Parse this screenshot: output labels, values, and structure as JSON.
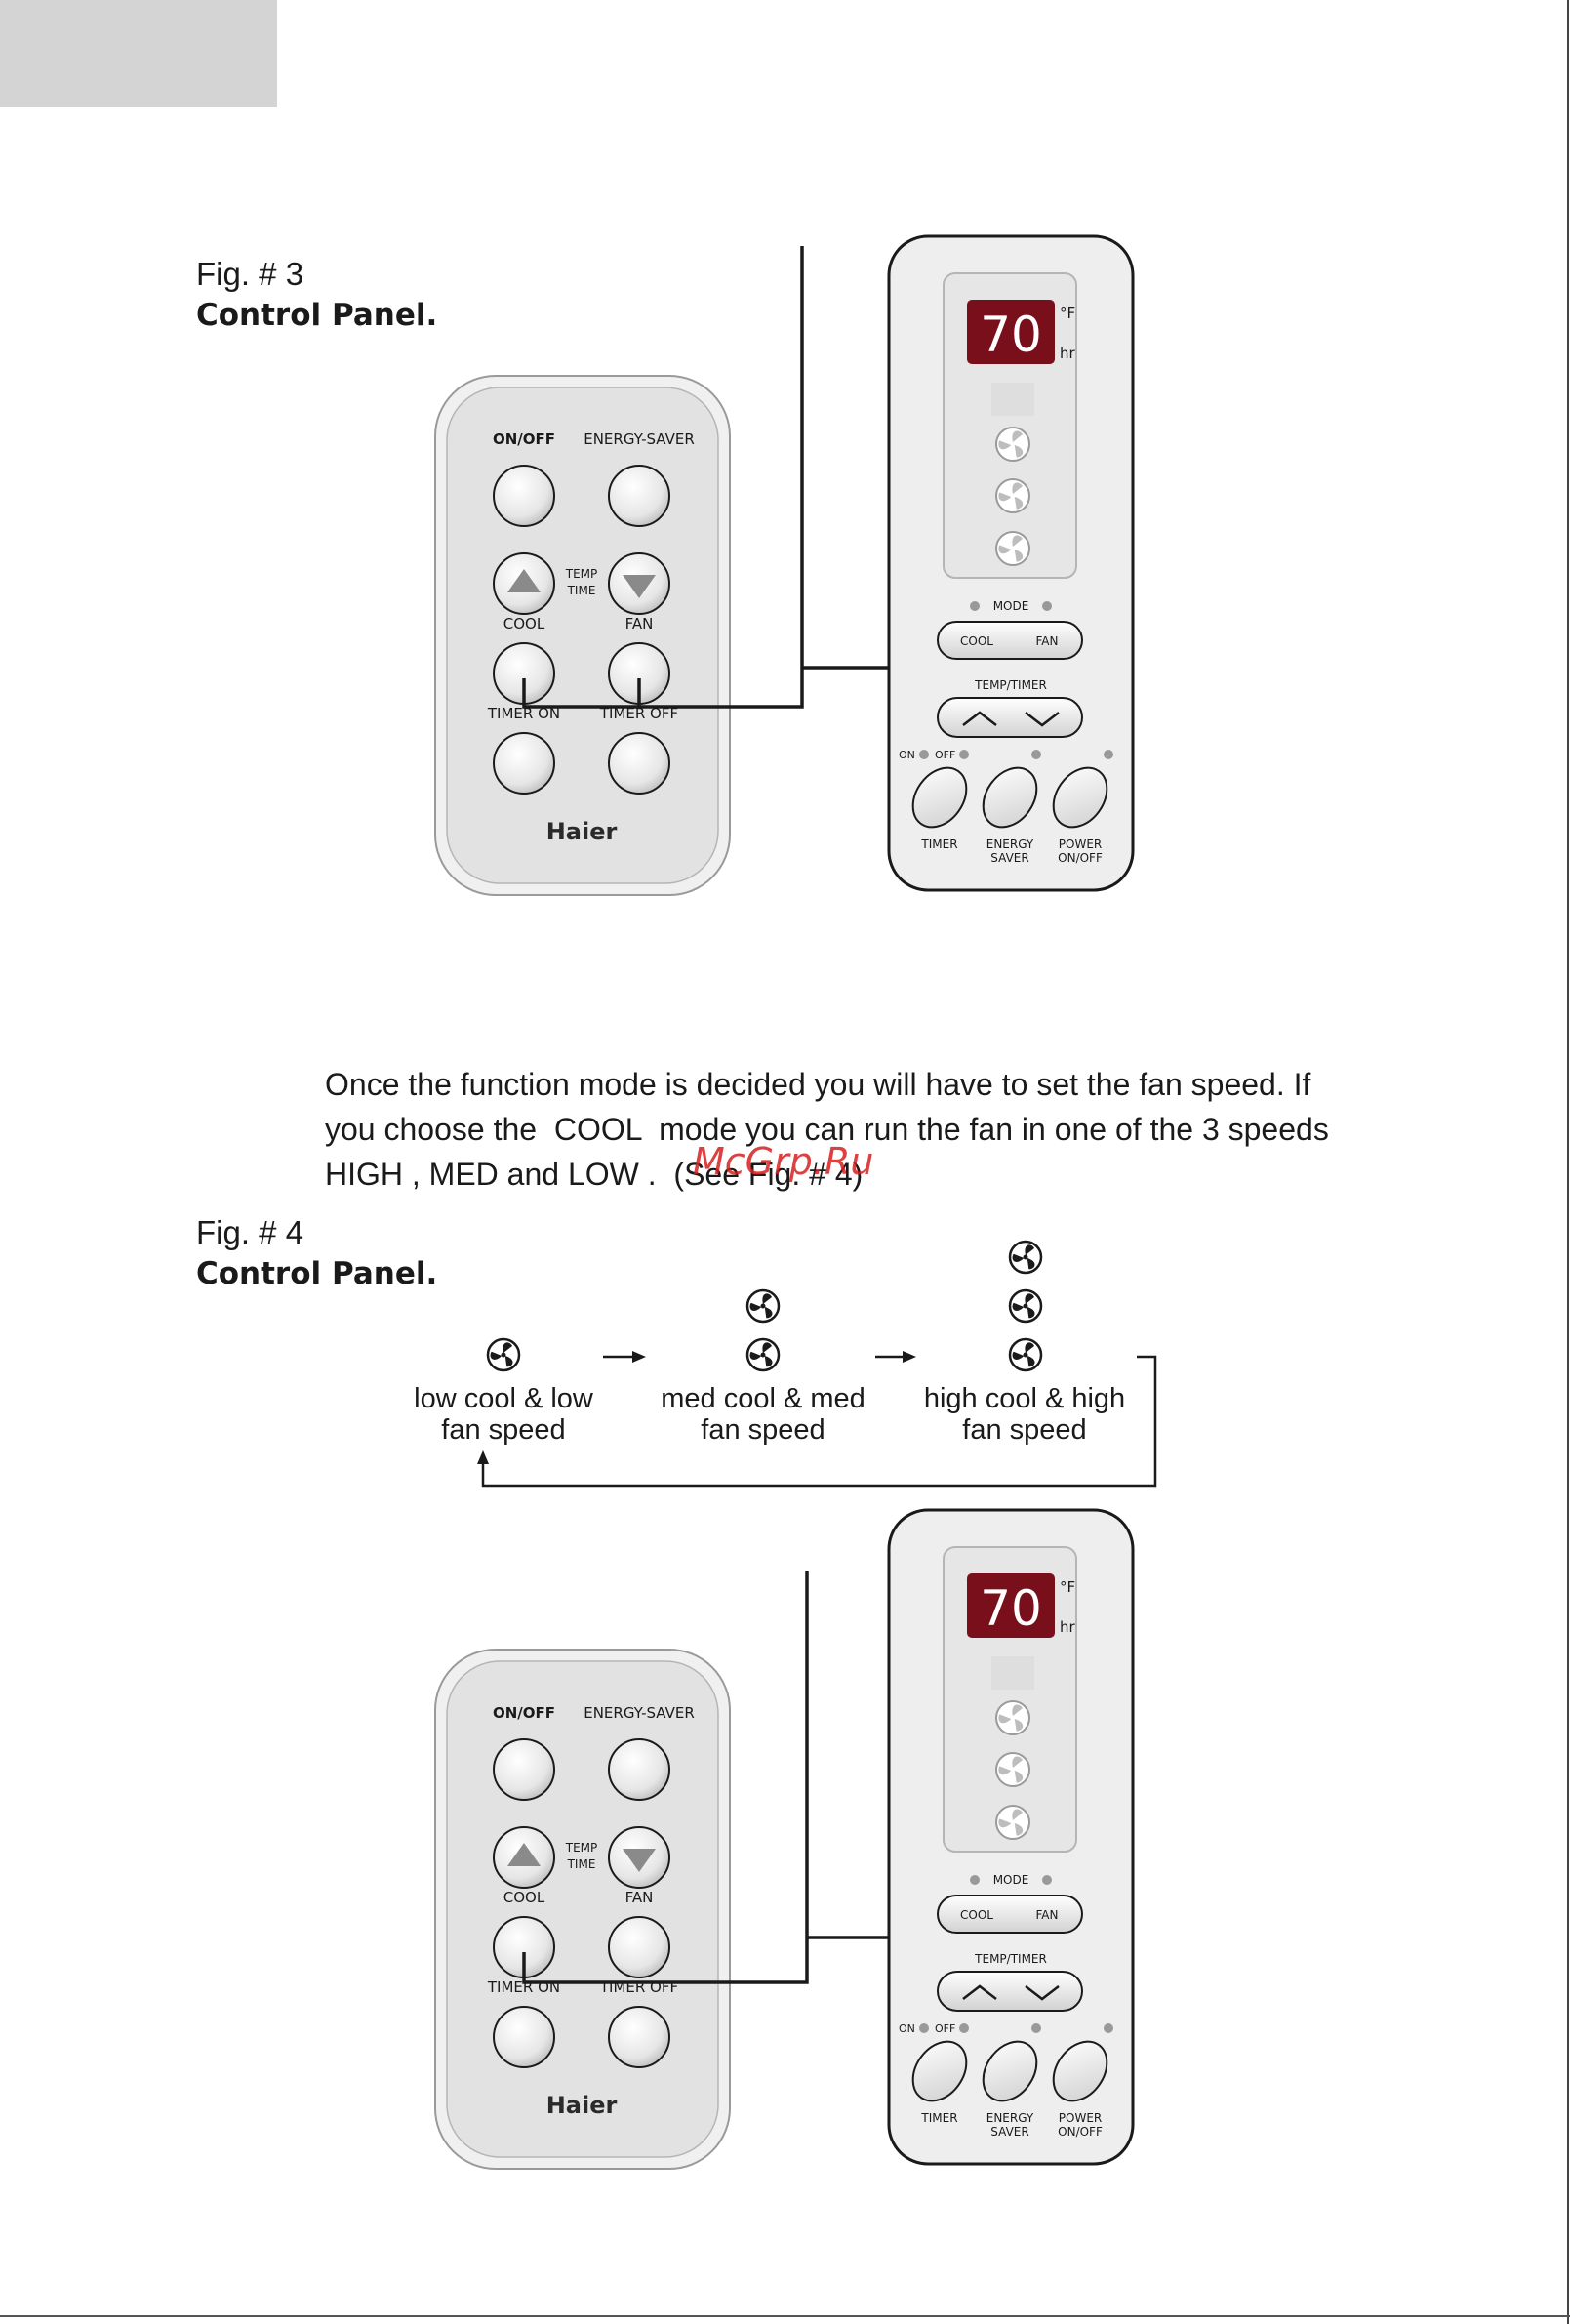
{
  "figure3": {
    "label": "Fig. # 3",
    "caption": "Control Panel."
  },
  "figure4": {
    "label": "Fig. # 4",
    "caption": "Control Panel."
  },
  "paragraph": {
    "line1": "Once the function mode is decided you will have to set the fan speed. If",
    "line2": "you choose the  COOL  mode you can run the fan in one of the 3 speeds",
    "line3": "HIGH , MED and LOW .  (See Fig. # 4)"
  },
  "watermark": "McGrp.Ru",
  "remote": {
    "brand": "Haier",
    "on_off": "ON/OFF",
    "energy_saver": "ENERGY-SAVER",
    "temp": "TEMP",
    "time": "TIME",
    "cool": "COOL",
    "fan": "FAN",
    "timer_on": "TIMER ON",
    "timer_off": "TIMER OFF"
  },
  "panel": {
    "display_value": "70",
    "unit_f": "°F",
    "unit_hr": "hr",
    "mode": "MODE",
    "cool": "COOL",
    "fan": "FAN",
    "temp_timer": "TEMP/TIMER",
    "on": "ON",
    "off": "OFF",
    "timer": "TIMER",
    "energy": "ENERGY",
    "saver": "SAVER",
    "power": "POWER",
    "on_off": "ON/OFF"
  },
  "fan_speeds": {
    "low_line1": "low cool & low",
    "low_line2": "fan speed",
    "med_line1": "med cool & med",
    "med_line2": "fan speed",
    "high_line1": "high cool & high",
    "high_line2": "fan speed"
  },
  "colors": {
    "display_bg": "#7a0f1c",
    "display_text": "#ffffff",
    "panel_bg": "#eeeeee",
    "outline": "#1a1a1a"
  }
}
